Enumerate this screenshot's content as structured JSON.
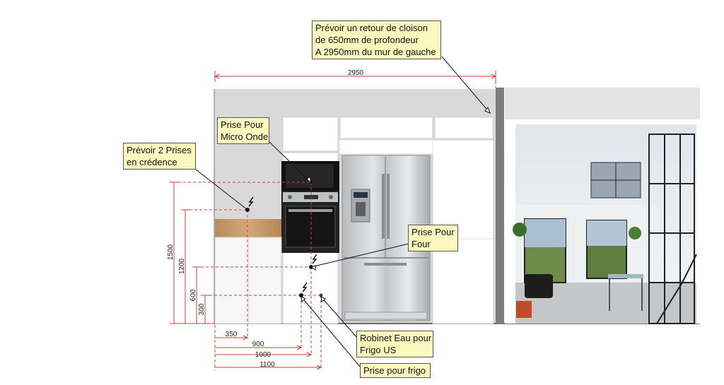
{
  "dimensions": {
    "total_width": "2950",
    "horizontal": [
      "350",
      "900",
      "1000",
      "1100"
    ],
    "vertical": [
      "1500",
      "1200",
      "600",
      "300"
    ]
  },
  "notes": {
    "partition": [
      "Prévoir un retour de cloison",
      "de 650mm de profondeur",
      "A 2950mm du mur de gauche"
    ],
    "micro_onde": [
      "Prise Pour",
      "Micro Onde"
    ],
    "two_prises": [
      "Prévoir 2 Prises",
      "en crédence"
    ],
    "four": [
      "Prise Pour",
      "Four"
    ],
    "robinet": [
      "Robinet Eau pour",
      "Frigo US"
    ],
    "prise_frigo": [
      "Prise pour frigo"
    ]
  },
  "colors": {
    "dimension": "#d93a3a",
    "note_fill": "#fcf9bf",
    "wall": "#d9d9d9",
    "cabinet": "#ffffff",
    "worktop": "#c8996a",
    "fridge": "#c9cbcd"
  }
}
